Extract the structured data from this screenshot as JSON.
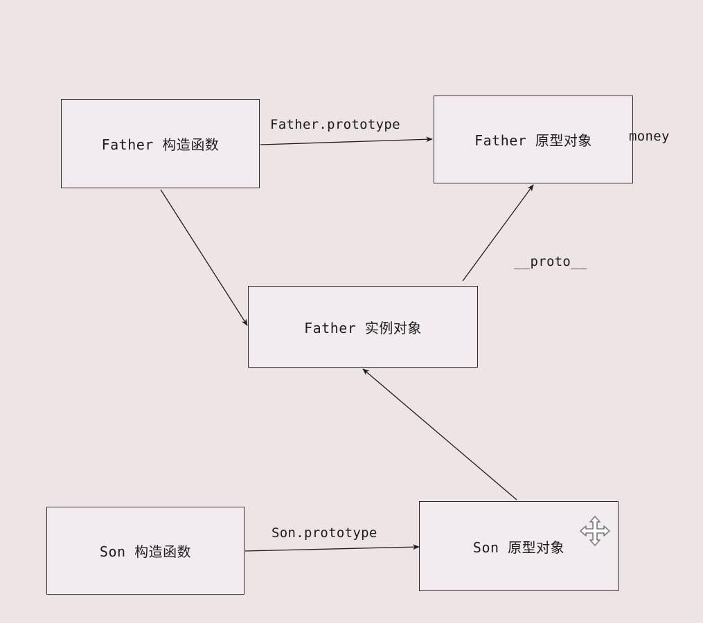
{
  "diagram": {
    "nodes": {
      "father_constructor": "Father 构造函数",
      "father_prototype_object": "Father 原型对象",
      "father_instance": "Father 实例对象",
      "son_constructor": "Son 构造函数",
      "son_prototype_object": "Son 原型对象"
    },
    "labels": {
      "father_prototype": "Father.prototype",
      "money": "money",
      "proto": "__proto__",
      "son_prototype": "Son.prototype"
    },
    "edges": [
      {
        "from": "father_constructor",
        "to": "father_prototype_object",
        "label": "Father.prototype"
      },
      {
        "from": "father_constructor",
        "to": "father_instance",
        "label": ""
      },
      {
        "from": "father_instance",
        "to": "father_prototype_object",
        "label": "__proto__"
      },
      {
        "from": "son_prototype_object",
        "to": "father_instance",
        "label": ""
      },
      {
        "from": "son_constructor",
        "to": "son_prototype_object",
        "label": "Son.prototype"
      }
    ],
    "icons": {
      "cursor": "move-cursor-icon"
    }
  }
}
